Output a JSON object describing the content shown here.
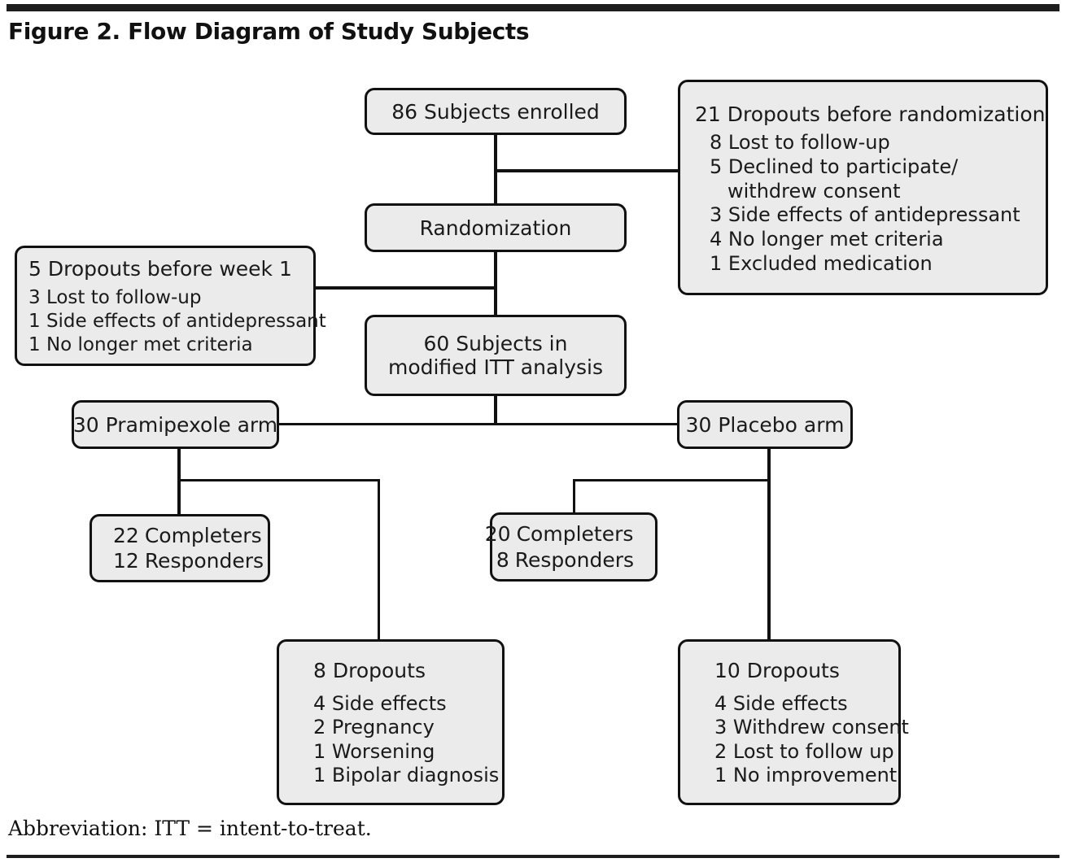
{
  "figure": {
    "title": "Figure 2. Flow Diagram of Study Subjects",
    "footnote": "Abbreviation: ITT = intent-to-treat."
  },
  "colors": {
    "node_fill": "#ebebeb",
    "node_border": "#111111",
    "connector": "#111111",
    "rule": "#1d1d1d",
    "text": "#1a1a1a"
  },
  "nodes": {
    "enrolled": {
      "label": "86 Subjects enrolled"
    },
    "randomization": {
      "label": "Randomization"
    },
    "itt": {
      "line1": "60 Subjects in",
      "line2": "modified ITT analysis"
    },
    "dropouts_randomization": {
      "heading": "21 Dropouts before randomization",
      "items": [
        "8 Lost to follow-up",
        "5 Declined to participate/",
        "withdrew consent",
        "3 Side effects of antidepressant",
        "4 No longer met criteria",
        "1 Excluded medication"
      ]
    },
    "dropouts_week1": {
      "heading": "5 Dropouts before week 1",
      "items": [
        "3 Lost to follow-up",
        "1 Side effects of antidepressant",
        "1 No longer met criteria"
      ]
    },
    "arm_pramipexole": {
      "label": "30 Pramipexole arm"
    },
    "arm_placebo": {
      "label": "30 Placebo arm"
    },
    "completers_pramipexole": {
      "rows": [
        {
          "n": "22",
          "text": "Completers"
        },
        {
          "n": "12",
          "text": "Responders"
        }
      ]
    },
    "completers_placebo": {
      "rows": [
        {
          "n": "20",
          "text": "Completers"
        },
        {
          "n": "8",
          "text": "Responders"
        }
      ]
    },
    "dropouts_pramipexole": {
      "heading": "8 Dropouts",
      "items": [
        "4 Side effects",
        "2 Pregnancy",
        "1 Worsening",
        "1 Bipolar diagnosis"
      ]
    },
    "dropouts_placebo": {
      "heading": "10 Dropouts",
      "items": [
        "4 Side effects",
        "3 Withdrew consent",
        "2 Lost to follow up",
        "1 No improvement"
      ]
    }
  },
  "chart_data": {
    "type": "diagram",
    "title": "Figure 2. Flow Diagram of Study Subjects",
    "flow": [
      {
        "id": "enrolled",
        "label": "86 Subjects enrolled",
        "count": 86
      },
      {
        "id": "dropouts_before_randomization",
        "label": "21 Dropouts before randomization",
        "count": 21,
        "breakdown": [
          {
            "n": 8,
            "reason": "Lost to follow-up"
          },
          {
            "n": 5,
            "reason": "Declined to participate/withdrew consent"
          },
          {
            "n": 3,
            "reason": "Side effects of antidepressant"
          },
          {
            "n": 4,
            "reason": "No longer met criteria"
          },
          {
            "n": 1,
            "reason": "Excluded medication"
          }
        ]
      },
      {
        "id": "randomization",
        "label": "Randomization"
      },
      {
        "id": "dropouts_before_week1",
        "label": "5 Dropouts before week 1",
        "count": 5,
        "breakdown": [
          {
            "n": 3,
            "reason": "Lost to follow-up"
          },
          {
            "n": 1,
            "reason": "Side effects of antidepressant"
          },
          {
            "n": 1,
            "reason": "No longer met criteria"
          }
        ]
      },
      {
        "id": "itt",
        "label": "60 Subjects in modified ITT analysis",
        "count": 60
      },
      {
        "id": "arm_pramipexole",
        "label": "30 Pramipexole arm",
        "count": 30,
        "completers": 22,
        "responders": 12,
        "dropouts": {
          "count": 8,
          "breakdown": [
            {
              "n": 4,
              "reason": "Side effects"
            },
            {
              "n": 2,
              "reason": "Pregnancy"
            },
            {
              "n": 1,
              "reason": "Worsening"
            },
            {
              "n": 1,
              "reason": "Bipolar diagnosis"
            }
          ]
        }
      },
      {
        "id": "arm_placebo",
        "label": "30 Placebo arm",
        "count": 30,
        "completers": 20,
        "responders": 8,
        "dropouts": {
          "count": 10,
          "breakdown": [
            {
              "n": 4,
              "reason": "Side effects"
            },
            {
              "n": 3,
              "reason": "Withdrew consent"
            },
            {
              "n": 2,
              "reason": "Lost to follow up"
            },
            {
              "n": 1,
              "reason": "No improvement"
            }
          ]
        }
      }
    ],
    "edges": [
      {
        "from": "enrolled",
        "to": "randomization"
      },
      {
        "from": "enrolled",
        "to": "dropouts_before_randomization"
      },
      {
        "from": "randomization",
        "to": "itt"
      },
      {
        "from": "randomization",
        "to": "dropouts_before_week1"
      },
      {
        "from": "itt",
        "to": "arm_pramipexole"
      },
      {
        "from": "itt",
        "to": "arm_placebo"
      },
      {
        "from": "arm_pramipexole",
        "to": "completers_pramipexole"
      },
      {
        "from": "arm_pramipexole",
        "to": "dropouts_pramipexole"
      },
      {
        "from": "arm_placebo",
        "to": "completers_placebo"
      },
      {
        "from": "arm_placebo",
        "to": "dropouts_placebo"
      }
    ],
    "footnote": "Abbreviation: ITT = intent-to-treat."
  }
}
